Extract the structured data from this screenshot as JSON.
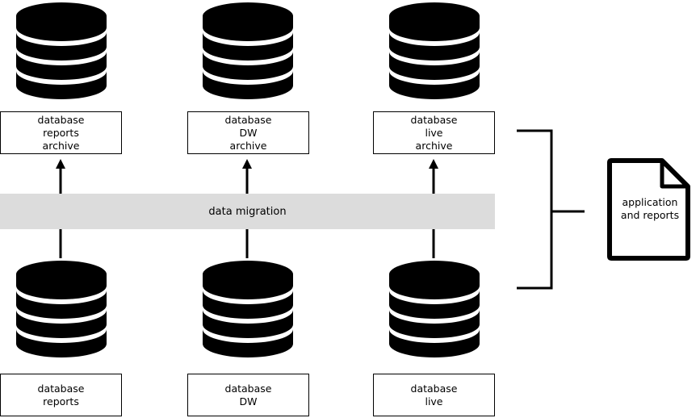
{
  "migration_band": {
    "label": "data migration"
  },
  "archive_boxes": [
    {
      "line1": "database",
      "line2": "reports",
      "line3": "archive"
    },
    {
      "line1": "database",
      "line2": "DW",
      "line3": "archive"
    },
    {
      "line1": "database",
      "line2": "live",
      "line3": "archive"
    }
  ],
  "source_boxes": [
    {
      "line1": "database",
      "line2": "reports"
    },
    {
      "line1": "database",
      "line2": "DW"
    },
    {
      "line1": "database",
      "line2": "live"
    }
  ],
  "document": {
    "line1": "application",
    "line2": "and reports"
  },
  "icons": {
    "database": "database-icon",
    "document": "document-icon"
  }
}
